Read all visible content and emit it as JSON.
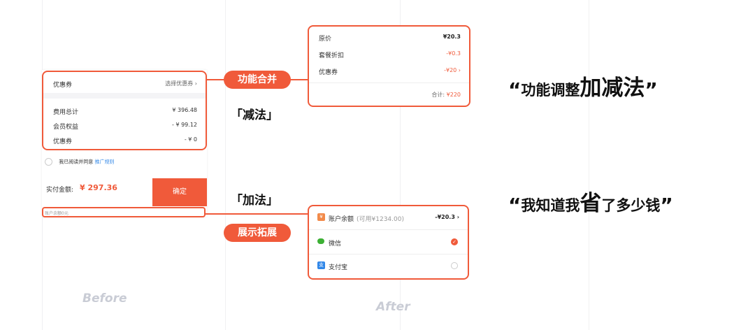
{
  "before": {
    "coupon_row": {
      "label": "优惠券",
      "value": "选择优惠券 ›"
    },
    "fees": [
      {
        "label": "费用总计",
        "value": "¥ 396.48"
      },
      {
        "label": "会员权益",
        "value": "- ¥ 99.12"
      },
      {
        "label": "优惠券",
        "value": "- ¥ 0"
      }
    ],
    "agreement_text": "我已阅读并同意",
    "agreement_link": "推广规则",
    "pay_label": "实付金额:",
    "pay_amount": "¥ 297.36",
    "confirm_button": "确定",
    "balance_note": "账户余额0元",
    "caption": "Before"
  },
  "after": {
    "price_rows": [
      {
        "label": "原价",
        "value": "¥20.3"
      },
      {
        "label": "套餐折扣",
        "value": "-¥0.3"
      },
      {
        "label": "优惠券",
        "value": "-¥20 ›"
      }
    ],
    "total_label": "合计:",
    "total_value": "¥220",
    "balance_label": "账户余额",
    "balance_hint": "(可用¥1234.00)",
    "balance_value": "-¥20.3 ›",
    "wechat_label": "微信",
    "alipay_label": "支付宝",
    "caption": "After"
  },
  "pills": {
    "merge": "功能合并",
    "expand": "展示拓展"
  },
  "brackets": {
    "subtract": "「减法」",
    "add": "「加法」"
  },
  "headline1": {
    "open": "“",
    "small": "功能调整",
    "big": "加减法",
    "close": "”"
  },
  "headline2": {
    "open": "“",
    "small1": "我知道我",
    "big": "省",
    "small2": "了多少钱",
    "close": "”"
  },
  "colors": {
    "accent": "#f05a3a",
    "link": "#3d8ee8",
    "wechat": "#3cb034",
    "alipay": "#2f86e8"
  }
}
